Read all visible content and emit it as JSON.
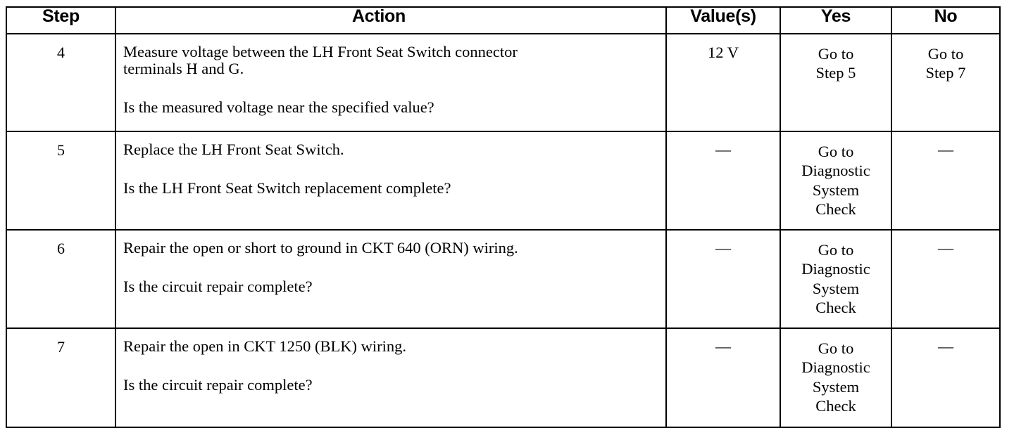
{
  "document": {
    "kind": "diagnostic-procedure-table",
    "columns": [
      "Step",
      "Action",
      "Value(s)",
      "Yes",
      "No"
    ]
  },
  "table": {
    "headers": {
      "step": "Step",
      "action": "Action",
      "value": "Value(s)",
      "yes": "Yes",
      "no": "No"
    },
    "rows": [
      {
        "step": "4",
        "action_lines": [
          "Measure voltage between the LH Front Seat Switch connector",
          "terminals H and G."
        ],
        "action_question": "Is the measured voltage near the specified value?",
        "value": "12 V",
        "yes_lines": [
          "Go to",
          "Step 5"
        ],
        "no_lines": [
          "Go to",
          "Step 7"
        ]
      },
      {
        "step": "5",
        "action_lines": [
          "Replace the LH Front Seat Switch."
        ],
        "action_question": "Is the LH Front Seat Switch replacement complete?",
        "value": "—",
        "yes_lines": [
          "Go to",
          "Diagnostic",
          "System",
          "Check"
        ],
        "no_lines": [
          "—"
        ]
      },
      {
        "step": "6",
        "action_lines": [
          "Repair the open or short to ground in CKT 640 (ORN) wiring."
        ],
        "action_question": "Is the circuit repair complete?",
        "value": "—",
        "yes_lines": [
          "Go to",
          "Diagnostic",
          "System",
          "Check"
        ],
        "no_lines": [
          "—"
        ]
      },
      {
        "step": "7",
        "action_lines": [
          "Repair the open in CKT 1250 (BLK) wiring."
        ],
        "action_question": "Is the circuit repair complete?",
        "value": "—",
        "yes_lines": [
          "Go to",
          "Diagnostic",
          "System",
          "Check"
        ],
        "no_lines": [
          "—"
        ]
      }
    ]
  },
  "colors": {
    "ink": "#000000",
    "paper": "#ffffff"
  }
}
